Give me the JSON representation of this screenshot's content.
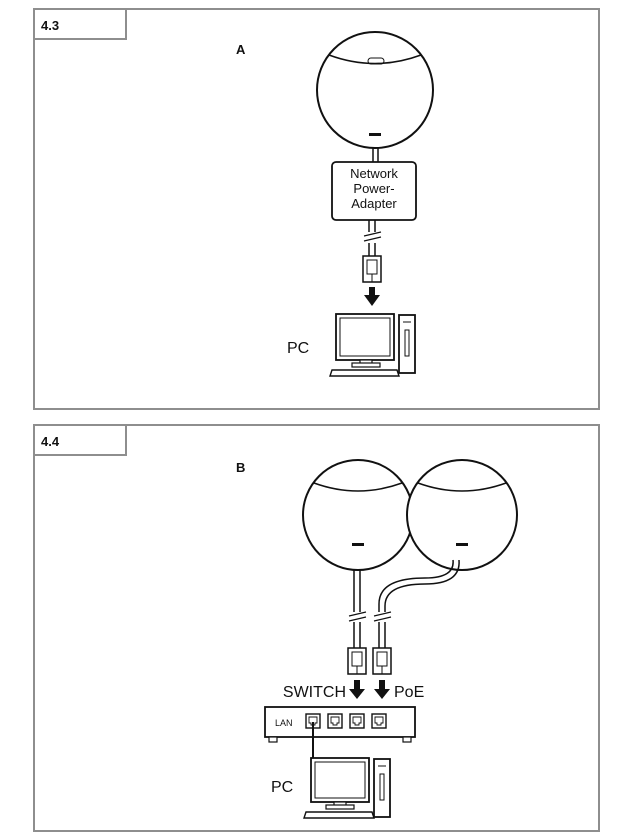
{
  "panels": [
    {
      "number": "4.3",
      "letter": "A",
      "adapter_lines": [
        "Network",
        "Power-",
        "Adapter"
      ],
      "pc_label": "PC"
    },
    {
      "number": "4.4",
      "letter": "B",
      "switch_label": "SWITCH",
      "poe_label": "PoE",
      "lan_label": "LAN",
      "pc_label": "PC"
    }
  ],
  "colors": {
    "frame": "#8e8e8e",
    "line": "#111111",
    "background": "#ffffff"
  }
}
